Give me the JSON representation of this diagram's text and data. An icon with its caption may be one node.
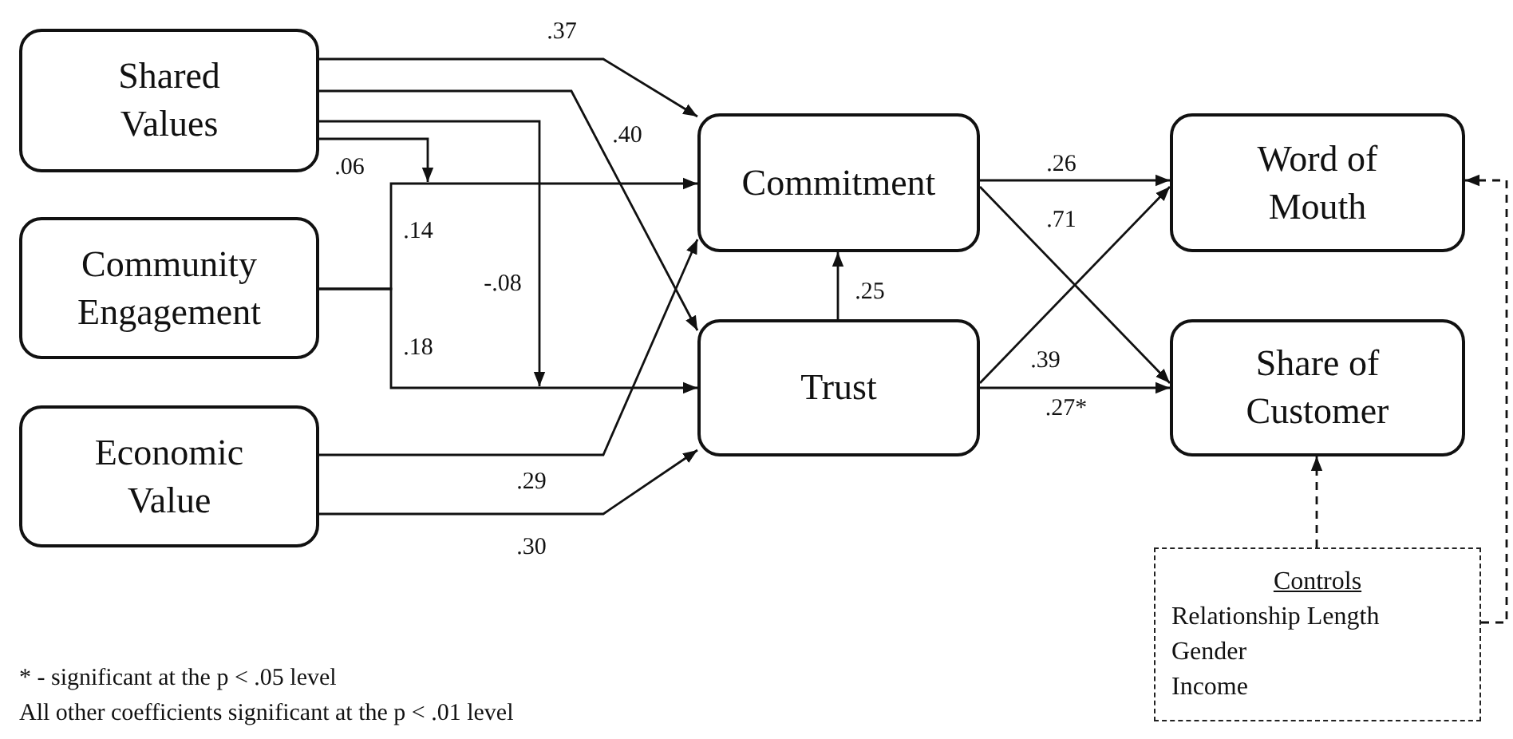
{
  "diagram": {
    "nodes": [
      {
        "text": [
          "Shared Values"
        ]
      },
      {
        "text": [
          "Community Engagement"
        ]
      },
      {
        "text": [
          "Economic Value"
        ]
      },
      {
        "text": [
          "Commitment"
        ]
      },
      {
        "text": [
          "Trust"
        ]
      },
      {
        "text": [
          "Word of Mouth"
        ]
      },
      {
        "text": [
          "Share of Customer"
        ]
      },
      {
        "text": [
          "Controls",
          "Relationship Length",
          "Gender",
          "Income"
        ]
      }
    ],
    "edges": [
      {
        "from": 0,
        "to": 3,
        "arrow": "to",
        "label": ".37"
      },
      {
        "from": 0,
        "to": 4,
        "arrow": "to",
        "label": ".40"
      },
      {
        "from": 0,
        "to": null,
        "arrow": "to",
        "label": "-.08"
      },
      {
        "from": 0,
        "to": null,
        "arrow": "to",
        "label": ".06"
      },
      {
        "from": 1,
        "to": 3,
        "arrow": "to",
        "label": ".14"
      },
      {
        "from": 1,
        "to": 4,
        "arrow": "to",
        "label": ".18"
      },
      {
        "from": 2,
        "to": 3,
        "arrow": "to",
        "label": ".29"
      },
      {
        "from": 2,
        "to": 4,
        "arrow": "to",
        "label": ".30"
      },
      {
        "from": 4,
        "to": 3,
        "arrow": "to",
        "label": ".25"
      },
      {
        "from": 3,
        "to": 5,
        "arrow": "to",
        "label": ".26"
      },
      {
        "from": 3,
        "to": 6,
        "arrow": "to",
        "label": ".71"
      },
      {
        "from": 4,
        "to": 5,
        "arrow": "to",
        "label": ".39"
      },
      {
        "from": 4,
        "to": 6,
        "arrow": "to",
        "label": ".27*"
      },
      {
        "from": 7,
        "to": 5,
        "arrow": "to",
        "style": "dashed"
      },
      {
        "from": 7,
        "to": 6,
        "arrow": "to",
        "style": "dashed"
      }
    ],
    "labels": [
      "* - significant at the p < .05 level",
      "All other coefficients significant at the p < .01 level"
    ]
  }
}
